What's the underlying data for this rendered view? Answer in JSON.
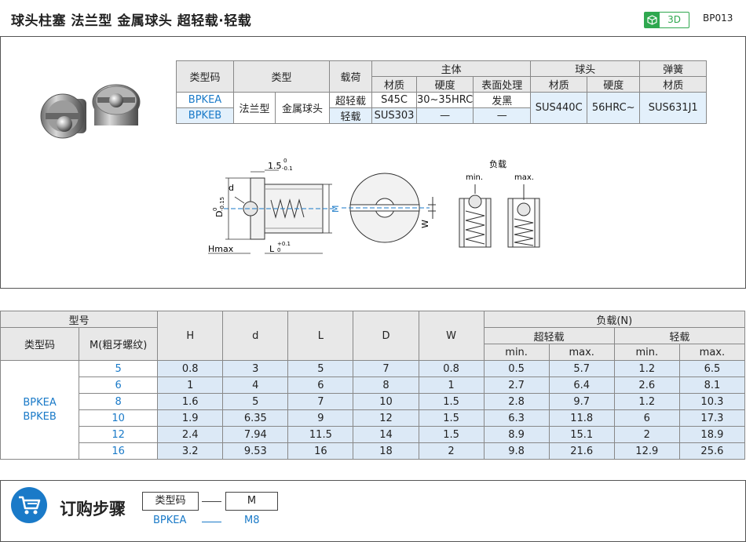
{
  "header": {
    "title": "球头柱塞  法兰型  金属球头  超轻载·轻载",
    "badge_3d": "3D",
    "product_code": "BP013"
  },
  "spec_table": {
    "h_type_code": "类型码",
    "h_type": "类型",
    "h_load": "载荷",
    "h_body": "主体",
    "h_ball": "球头",
    "h_spring": "弹簧",
    "h_material": "材质",
    "h_hardness": "硬度",
    "h_surface": "表面处理",
    "rows": [
      {
        "code": "BPKEA",
        "load": "超轻载",
        "material": "S45C",
        "hardness": "30~35HRC",
        "surface": "发黑"
      },
      {
        "code": "BPKEB",
        "load": "轻载",
        "material": "SUS303",
        "hardness": "—",
        "surface": "—"
      }
    ],
    "type_a": "法兰型",
    "type_b": "金属球头",
    "ball_material": "SUS440C",
    "ball_hardness": "56HRC~",
    "spring_material": "SUS631J1"
  },
  "drawing": {
    "dim_15": "1.5",
    "tol_15_up": "0",
    "tol_15_dn": "-0.1",
    "d": "d",
    "D": "D",
    "tol_D_up": "0",
    "tol_D_dn": "-0.15",
    "M": "M",
    "Hmax": "Hmax",
    "L": "L",
    "tol_L_up": "+0.1",
    "tol_L_dn": "0",
    "W": "W",
    "load_label": "负载",
    "min": "min.",
    "max": "max."
  },
  "data_table": {
    "h_model": "型号",
    "h_type_code": "类型码",
    "h_m": "M(粗牙螺纹)",
    "h_cols": [
      "H",
      "d",
      "L",
      "D",
      "W"
    ],
    "h_load": "负载(N)",
    "h_ultra": "超轻载",
    "h_light": "轻载",
    "h_min": "min.",
    "h_max": "max.",
    "type_codes": [
      "BPKEA",
      "BPKEB"
    ],
    "rows": [
      {
        "m": "5",
        "vals": [
          "0.8",
          "3",
          "5",
          "7",
          "0.8",
          "0.5",
          "5.7",
          "1.2",
          "6.5"
        ]
      },
      {
        "m": "6",
        "vals": [
          "1",
          "4",
          "6",
          "8",
          "1",
          "2.7",
          "6.4",
          "2.6",
          "8.1"
        ]
      },
      {
        "m": "8",
        "vals": [
          "1.6",
          "5",
          "7",
          "10",
          "1.5",
          "2.8",
          "9.7",
          "1.2",
          "10.3"
        ]
      },
      {
        "m": "10",
        "vals": [
          "1.9",
          "6.35",
          "9",
          "12",
          "1.5",
          "6.3",
          "11.8",
          "6",
          "17.3"
        ]
      },
      {
        "m": "12",
        "vals": [
          "2.4",
          "7.94",
          "11.5",
          "14",
          "1.5",
          "8.9",
          "15.1",
          "2",
          "18.9"
        ]
      },
      {
        "m": "16",
        "vals": [
          "3.2",
          "9.53",
          "16",
          "18",
          "2",
          "9.8",
          "21.6",
          "12.9",
          "25.6"
        ]
      }
    ]
  },
  "order": {
    "title": "订购步骤",
    "box1": "类型码",
    "box2": "M",
    "val1": "BPKEA",
    "val2": "M8",
    "icon": "shopping-cart-icon"
  },
  "colors": {
    "accent_blue": "#1a7ac8",
    "accent_green": "#2fa84f",
    "cell_blue": "#dce9f6",
    "header_gray": "#e8e8e8"
  }
}
